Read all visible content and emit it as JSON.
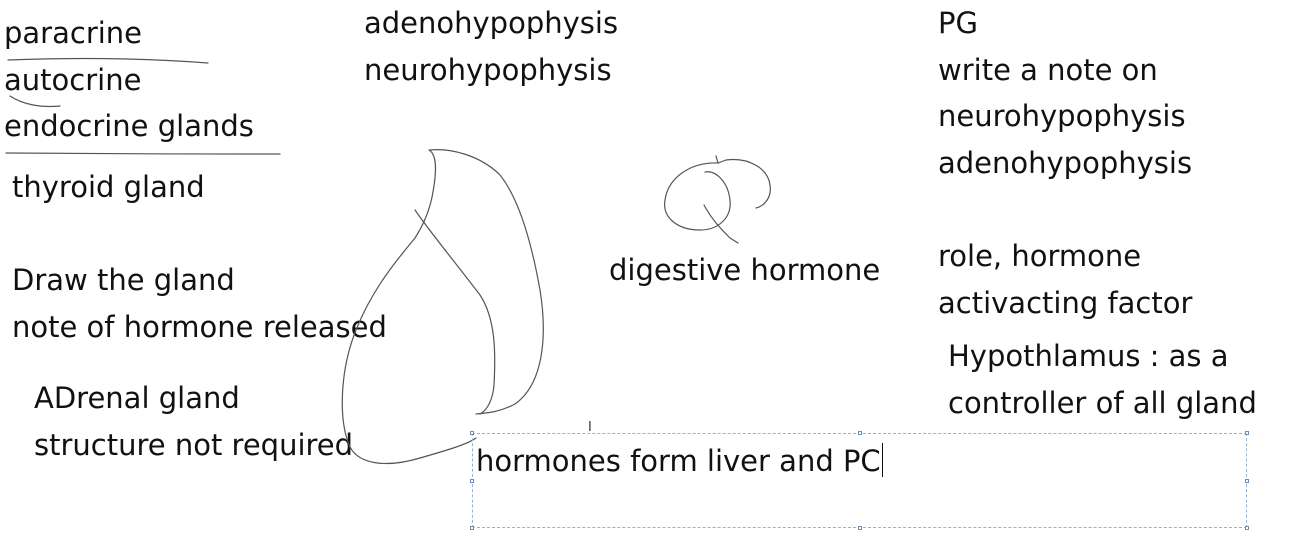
{
  "notes": {
    "left_top": [
      "paracrine",
      "autocrine",
      "endocrine glands"
    ],
    "thyroid": "thyroid gland",
    "draw": [
      "Draw the gland",
      "note of hormone released"
    ],
    "adrenal": [
      "ADrenal gland",
      "structure not required"
    ],
    "center_top": [
      "adenohypophysis",
      "neurohypophysis"
    ],
    "digestive": "digestive hormone",
    "right_top": [
      "PG",
      "write a note on",
      "neurohypophysis",
      "adenohypophysis"
    ],
    "right_mid": [
      "role, hormone",
      "activacting factor"
    ],
    "right_bottom": [
      "Hypothlamus : as a",
      "controller of all gland"
    ]
  },
  "textbox": {
    "text": "hormones form liver and PC"
  },
  "cursor": {
    "icon": "ibeam-cursor-icon"
  },
  "colors": {
    "ink": "#555555",
    "text": "#111111",
    "selection_border": "#8fb3d9"
  }
}
